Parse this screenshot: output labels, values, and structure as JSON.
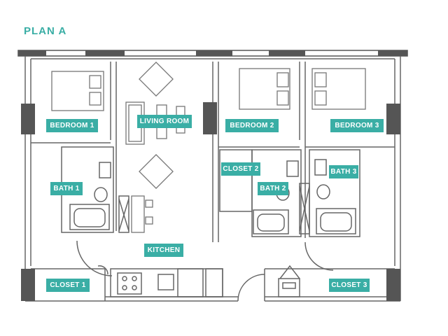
{
  "plan_title": "PLAN A",
  "colors": {
    "accent": "#3aaea5",
    "wall": "#444444",
    "wall_dark": "#555555",
    "line": "#777777"
  },
  "rooms": {
    "bedroom_1": "BEDROOM 1",
    "living_room": "LIVING ROOM",
    "bedroom_2": "BEDROOM 2",
    "bedroom_3": "BEDROOM 3",
    "closet_2": "CLOSET 2",
    "bath_3": "BATH 3",
    "bath_1": "BATH 1",
    "bath_2": "BATH 2",
    "kitchen": "KITCHEN",
    "closet_1": "CLOSET 1",
    "closet_3": "CLOSET 3"
  }
}
